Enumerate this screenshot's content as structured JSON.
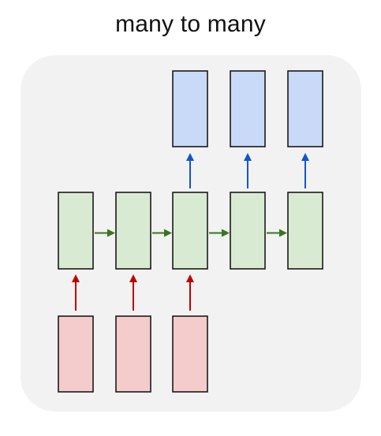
{
  "title": "many to many",
  "colors": {
    "panel_bg": "#f2f2f2",
    "input_fill": "#f4cccc",
    "hidden_fill": "#d9ead3",
    "output_fill": "#c9daf8",
    "box_stroke": "#1a1a1a",
    "input_arrow": "#c00000",
    "recurrent_arrow": "#38761d",
    "output_arrow": "#1155cc"
  },
  "diagram": {
    "input_cells": 3,
    "hidden_cells": 5,
    "output_cells": 3,
    "output_start_index": 2
  }
}
